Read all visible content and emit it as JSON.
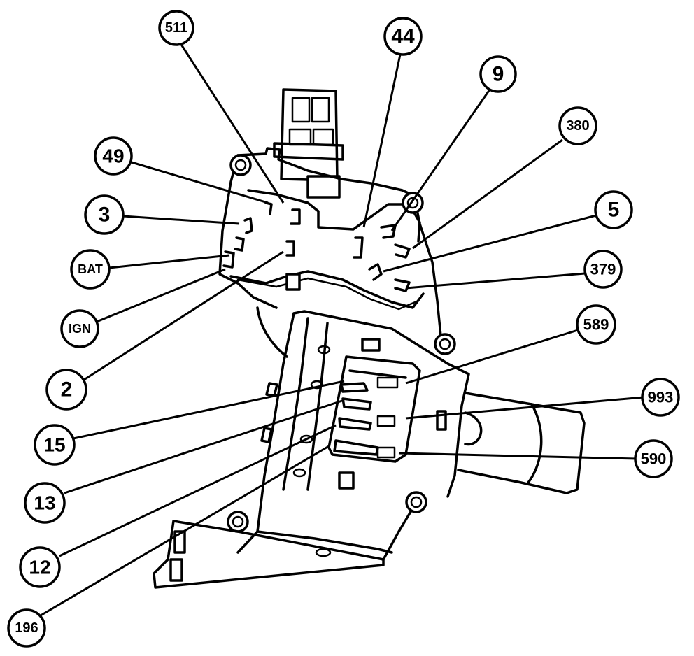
{
  "diagram": {
    "callouts": [
      {
        "id": "c511",
        "label": "511"
      },
      {
        "id": "c44",
        "label": "44"
      },
      {
        "id": "c9",
        "label": "9"
      },
      {
        "id": "c380",
        "label": "380"
      },
      {
        "id": "c49",
        "label": "49"
      },
      {
        "id": "c5",
        "label": "5"
      },
      {
        "id": "c3",
        "label": "3"
      },
      {
        "id": "c379",
        "label": "379"
      },
      {
        "id": "cbat",
        "label": "BAT"
      },
      {
        "id": "cign",
        "label": "IGN"
      },
      {
        "id": "c589",
        "label": "589"
      },
      {
        "id": "c2",
        "label": "2"
      },
      {
        "id": "c993",
        "label": "993"
      },
      {
        "id": "c15",
        "label": "15"
      },
      {
        "id": "c590",
        "label": "590"
      },
      {
        "id": "c13",
        "label": "13"
      },
      {
        "id": "c12",
        "label": "12"
      },
      {
        "id": "c196",
        "label": "196"
      }
    ]
  }
}
